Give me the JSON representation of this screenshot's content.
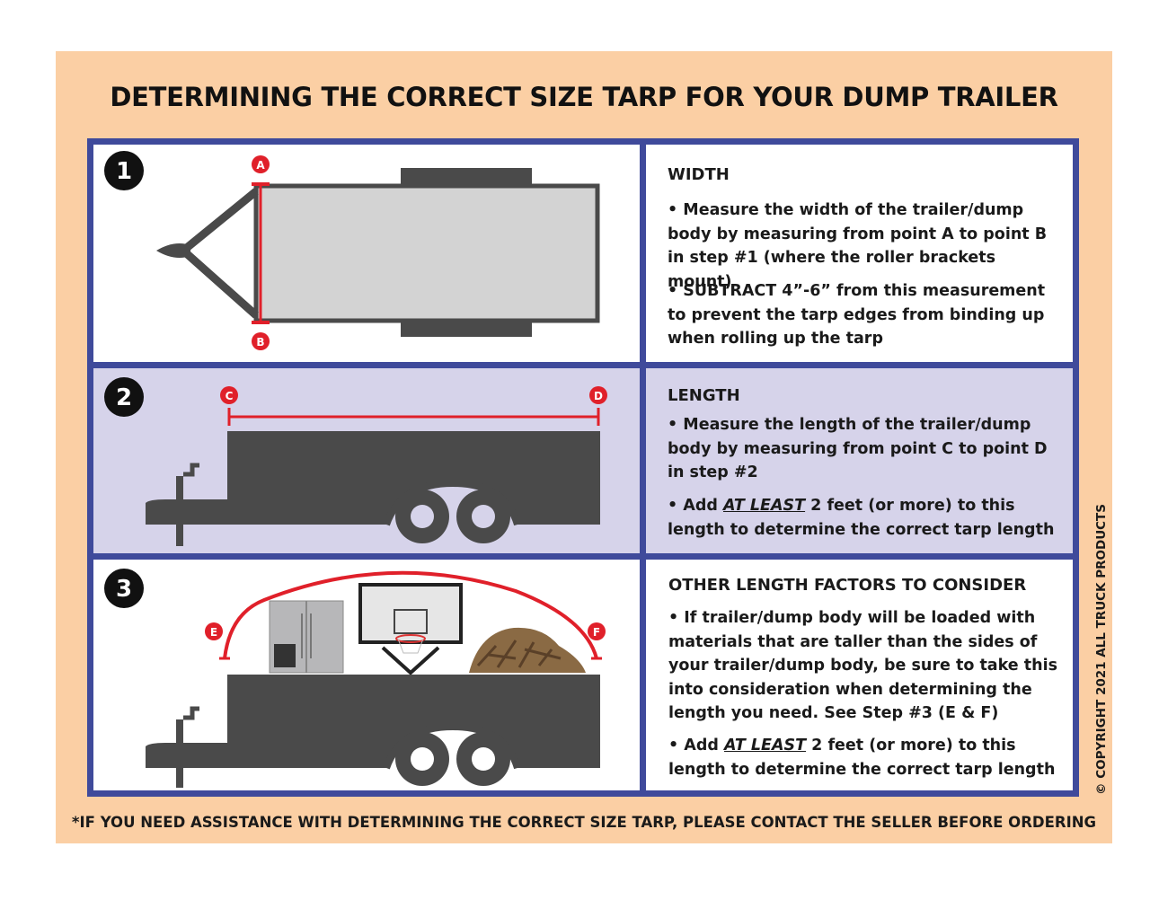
{
  "title": "DETERMINING THE CORRECT SIZE TARP FOR YOUR DUMP TRAILER",
  "steps": [
    {
      "number": "1",
      "heading": "WIDTH",
      "bullets": [
        "Measure the width of the trailer/dump body by measuring from point A to point B in step #1 (where the roller brackets mount)",
        "SUBTRACT 4”-6” from this measurement to prevent the tarp edges from binding up when rolling up the tarp"
      ],
      "points": [
        "A",
        "B"
      ]
    },
    {
      "number": "2",
      "heading": "LENGTH",
      "bullet1": "Measure the length of the trailer/dump body by measuring from point C to point D in step #2",
      "bullet2_pre": "Add ",
      "bullet2_emph": "AT LEAST",
      "bullet2_post": " 2 feet (or more) to this length to determine the correct tarp length",
      "points": [
        "C",
        "D"
      ]
    },
    {
      "number": "3",
      "heading": "OTHER LENGTH FACTORS TO CONSIDER",
      "bullet1": "If trailer/dump body will be loaded with materials that are taller than the sides of your trailer/dump body, be sure to take this into consideration when determining the length you need. See Step #3 (E & F)",
      "bullet2_pre": "Add ",
      "bullet2_emph": "AT LEAST",
      "bullet2_post": " 2 feet (or more) to this length to determine the correct tarp length",
      "points": [
        "E",
        "F"
      ]
    }
  ],
  "footnote": "*IF YOU NEED ASSISTANCE WITH DETERMINING THE CORRECT SIZE TARP, PLEASE CONTACT THE SELLER BEFORE ORDERING",
  "copyright": "© COPYRIGHT 2021 ALL TRUCK PRODUCTS",
  "colors": {
    "background": "#fbcfa4",
    "frame": "#3f4a9b",
    "step2_fill": "#d6d3ea",
    "marker": "#e0202a",
    "trailer": "#4a4a4a",
    "trailer_body": "#d3d3d3"
  }
}
